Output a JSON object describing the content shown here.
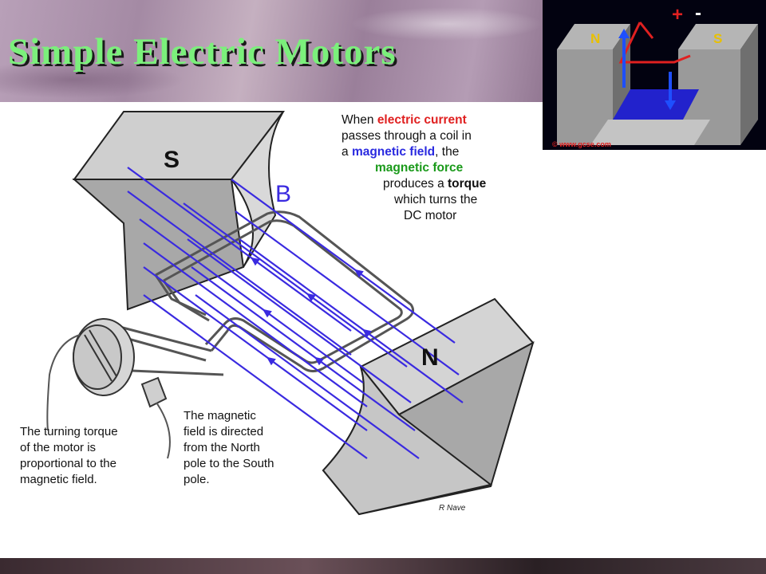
{
  "title": "Simple Electric Motors",
  "thumbnail": {
    "plus": "+",
    "minus": "-",
    "north": "N",
    "south": "S",
    "credit": "© www.gcse.com"
  },
  "diagram": {
    "pole_s": "S",
    "pole_n": "N",
    "field_label": "B",
    "credit": "R Nave"
  },
  "explanation": {
    "part1": "When ",
    "electric_current": "electric current",
    "part2": "passes through a  coil in",
    "part3": "a ",
    "magnetic_field": "magnetic field",
    "part4": ", the",
    "magnetic_force": "magnetic force",
    "part5": "produces a ",
    "torque": "torque",
    "part6": "which turns the",
    "part7": "DC motor"
  },
  "caption_left": {
    "line1": "The turning torque",
    "line2": "of the motor is",
    "line3": "proportional to the",
    "line4": "magnetic field."
  },
  "caption_mid": {
    "line1": "The magnetic",
    "line2": "field is directed",
    "line3": "from the  North",
    "line4": "pole to the South",
    "line5": "pole."
  },
  "colors": {
    "title": "#7bf07b",
    "field_lines": "#3a2ae0",
    "current": "#e02020",
    "highlight_green": "#1a9a1a"
  }
}
